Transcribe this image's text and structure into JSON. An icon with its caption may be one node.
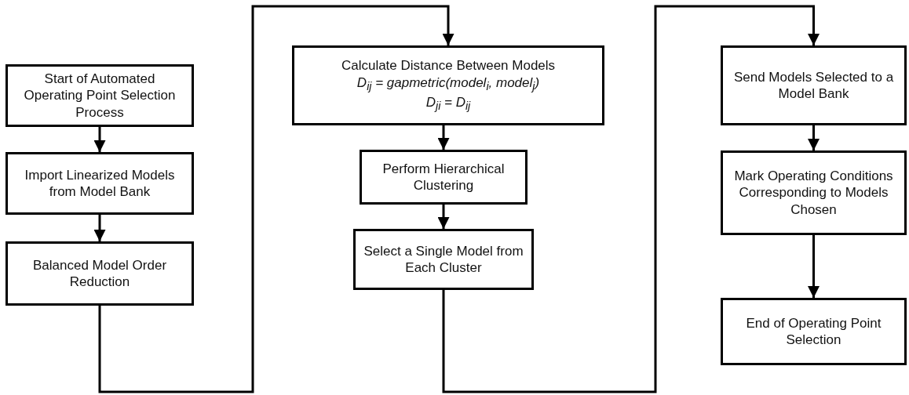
{
  "diagram": {
    "nodes": [
      {
        "text": [
          "Start of Automated Operating Point Selection Process"
        ]
      },
      {
        "text": [
          "Import Linearized Models from Model Bank"
        ]
      },
      {
        "text": [
          "Balanced Model Order Reduction"
        ]
      },
      {
        "text": [
          "Calculate Distance Between Models",
          "D$_{ij}$ = gapmetric(model$_{i}$, model$_{j}$)",
          "D$_{ji}$ = D$_{ij}$"
        ]
      },
      {
        "text": [
          "Perform Hierarchical Clustering"
        ]
      },
      {
        "text": [
          "Select a Single Model from Each Cluster"
        ]
      },
      {
        "text": [
          "Send Models Selected to a Model Bank"
        ]
      },
      {
        "text": [
          "Mark Operating Conditions Corresponding to Models Chosen"
        ]
      },
      {
        "text": [
          "End of Operating Point Selection"
        ]
      }
    ],
    "edges": [
      {
        "from": 0,
        "to": 1,
        "arrow": "to"
      },
      {
        "from": 1,
        "to": 2,
        "arrow": "to"
      },
      {
        "from": 2,
        "to": 3,
        "arrow": "to"
      },
      {
        "from": 3,
        "to": 4,
        "arrow": "to"
      },
      {
        "from": 4,
        "to": 5,
        "arrow": "to"
      },
      {
        "from": 5,
        "to": 6,
        "arrow": "to"
      },
      {
        "from": 6,
        "to": 7,
        "arrow": "to"
      },
      {
        "from": 7,
        "to": 8,
        "arrow": "to"
      }
    ]
  }
}
